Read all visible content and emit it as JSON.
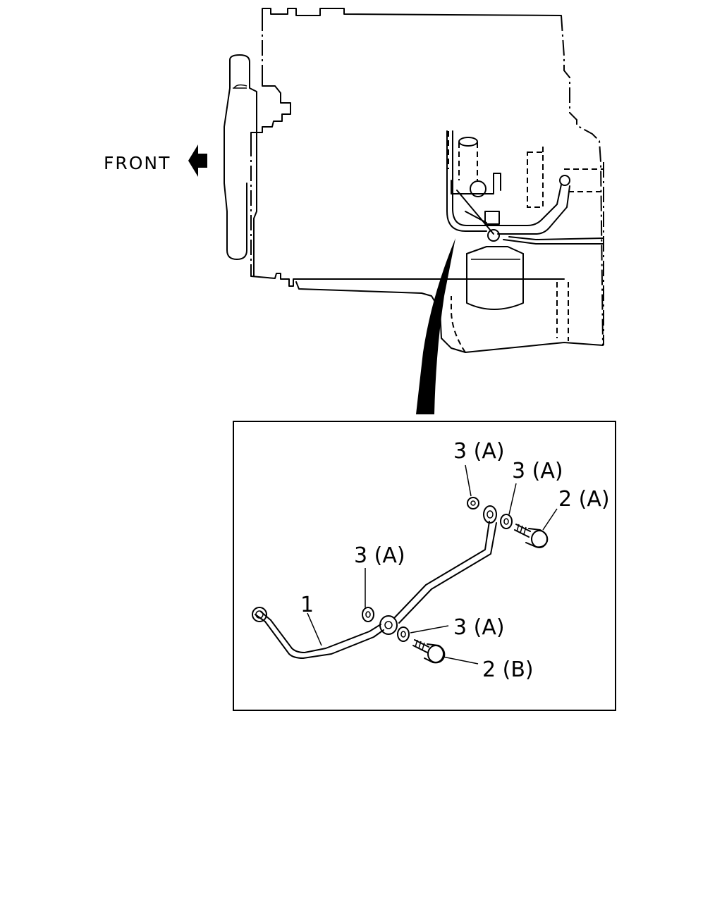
{
  "overview": {
    "direction_label": "FRONT"
  },
  "detail": {
    "callouts": [
      {
        "id": "c1",
        "text": "1"
      },
      {
        "id": "c2",
        "text": "3 (A)"
      },
      {
        "id": "c3",
        "text": "3 (A)"
      },
      {
        "id": "c4",
        "text": "2 (A)"
      },
      {
        "id": "c5",
        "text": "3 (A)"
      },
      {
        "id": "c6",
        "text": "3 (A)"
      },
      {
        "id": "c7",
        "text": "2 (B)"
      }
    ]
  },
  "colors": {
    "line": "#000000",
    "background": "#ffffff"
  }
}
